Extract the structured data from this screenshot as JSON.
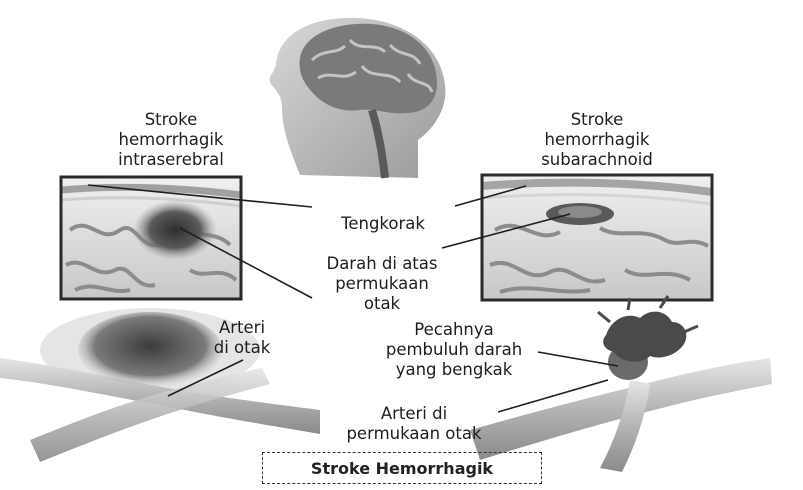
{
  "labels": {
    "intracerebral": [
      "Stroke",
      "hemorrhagik",
      "intraserebral"
    ],
    "subarachnoid": [
      "Stroke",
      "hemorrhagik",
      "subarachnoid"
    ],
    "skull": [
      "Tengkorak"
    ],
    "blood_surface": [
      "Darah di atas",
      "permukaan",
      "otak"
    ],
    "artery_brain": [
      "Arteri",
      "di otak"
    ],
    "aneurysm_rupture": [
      "Pecahnya",
      "pembuluh darah",
      "yang bengkak"
    ],
    "artery_surface": [
      "Arteri di",
      "permukaan otak"
    ]
  },
  "caption": "Stroke Hemorrhagik",
  "colors": {
    "text": "#1e1e1e",
    "frame": "#2a2a2a",
    "blood": "#3a3a3a"
  },
  "icons": {
    "head": "head-profile-with-brain-icon",
    "artery_left": "artery-blood-clot-icon",
    "artery_right": "ruptured-aneurysm-icon"
  }
}
